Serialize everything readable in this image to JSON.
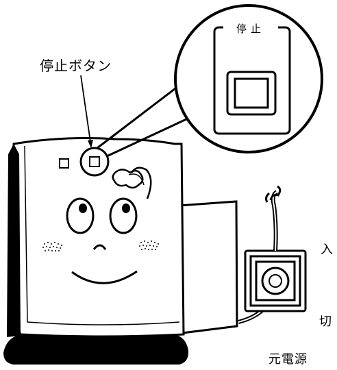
{
  "labels": {
    "callout": "停止ボタン",
    "zoom_panel": "停止",
    "switch_on": "入",
    "switch_off": "切",
    "main_power": "元電源"
  },
  "colors": {
    "line": "#000000",
    "fill": "#ffffff"
  },
  "icons": [
    "stop-button-icon",
    "button-icon",
    "eye-icon",
    "mouth-icon",
    "plug-icon",
    "power-outlet-icon"
  ]
}
